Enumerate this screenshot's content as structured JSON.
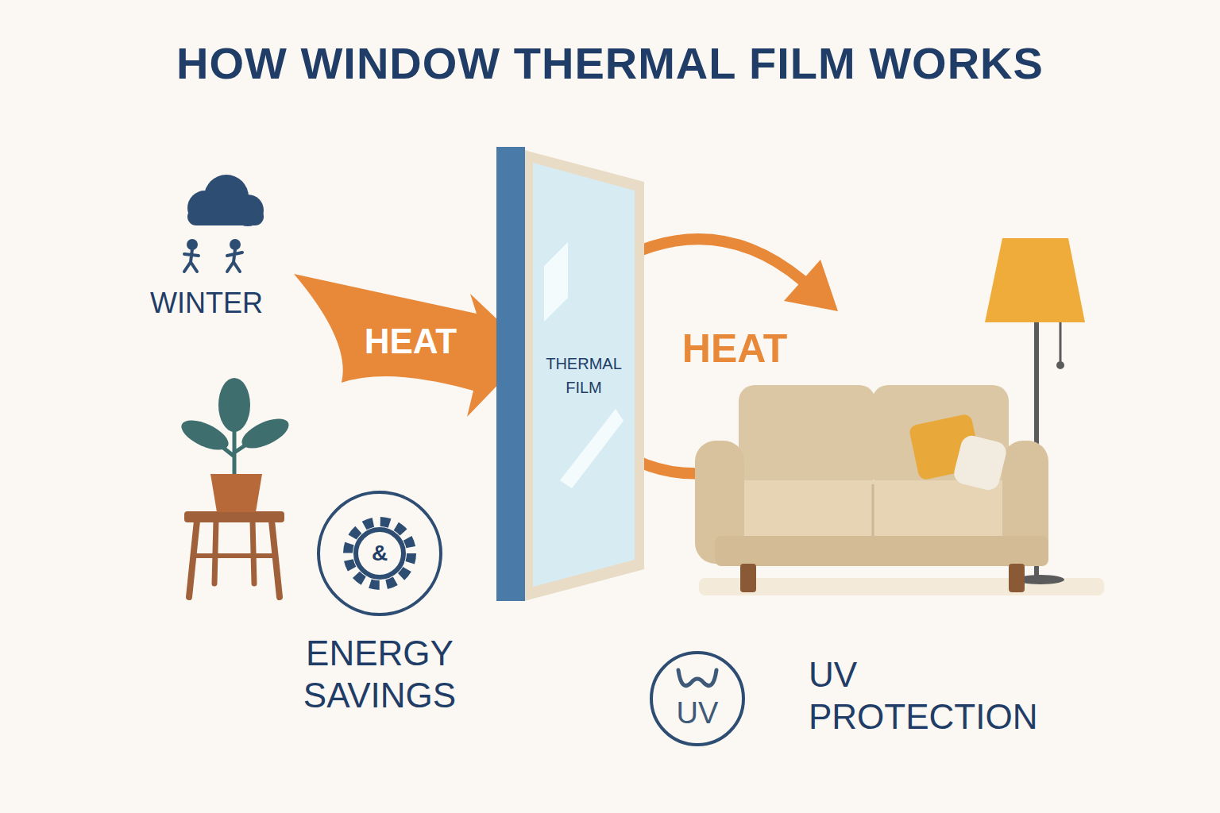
{
  "diagram": {
    "title": "HOW WINDOW THERMAL FILM WORKS",
    "nodes": [
      {
        "text": [
          "HEAT"
        ]
      },
      {
        "text": [
          "THERMAL FILM"
        ]
      },
      {
        "text": [
          "&",
          "ENERGY SAVINGS"
        ]
      },
      {
        "text": [
          "UV",
          "UV PROTECTION"
        ]
      }
    ],
    "labels": [
      "WINTER",
      "HEAT"
    ]
  }
}
